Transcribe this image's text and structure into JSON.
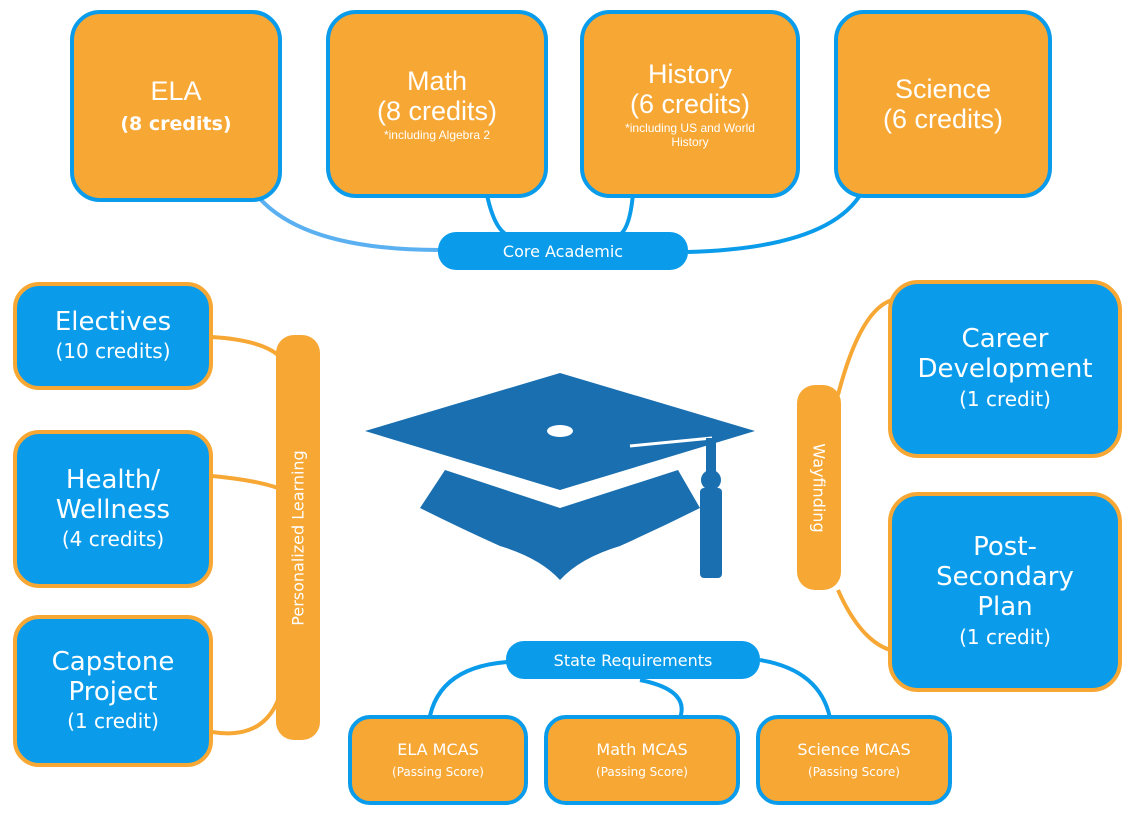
{
  "colors": {
    "orange": "#F7A734",
    "blue": "#0A9CEB",
    "cap": "#1A6FB0",
    "line_blue": "#5AB0F0"
  },
  "core": {
    "label": "Core Academic",
    "boxes": [
      {
        "title": "ELA",
        "sub": "(8 credits)",
        "note": ""
      },
      {
        "title": "Math",
        "sub": "(8 credits)",
        "note": "*including Algebra 2"
      },
      {
        "title": "History",
        "sub": "(6 credits)",
        "note": "*including US and World History"
      },
      {
        "title": "Science",
        "sub": "(6 credits)",
        "note": ""
      }
    ]
  },
  "personalized": {
    "label": "Personalized Learning",
    "boxes": [
      {
        "title": "Electives",
        "sub": "(10 credits)"
      },
      {
        "title": "Health/ Wellness",
        "sub": "(4 credits)"
      },
      {
        "title": "Capstone Project",
        "sub": "(1 credit)"
      }
    ]
  },
  "wayfinding": {
    "label": "Wayfinding",
    "boxes": [
      {
        "title": "Career Development",
        "sub": "(1 credit)"
      },
      {
        "title": "Post-Secondary Plan",
        "sub": "(1 credit)"
      }
    ]
  },
  "state": {
    "label": "State Requirements",
    "boxes": [
      {
        "title": "ELA MCAS",
        "sub": "(Passing Score)"
      },
      {
        "title": "Math MCAS",
        "sub": "(Passing Score)"
      },
      {
        "title": "Science MCAS",
        "sub": "(Passing Score)"
      }
    ]
  },
  "center_icon": "graduation-cap-icon"
}
